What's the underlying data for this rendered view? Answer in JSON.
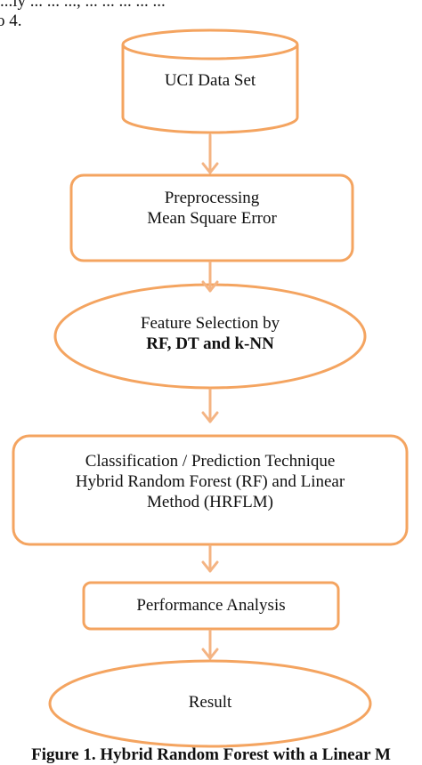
{
  "top_text": {
    "line1": "...ly ... ... ..., ... ... ... ... ...",
    "line2": "o 4."
  },
  "nodes": {
    "dataset": {
      "label": "UCI Data Set"
    },
    "preprocessing": {
      "line1": "Preprocessing",
      "line2": "Mean Square Error"
    },
    "feature_selection": {
      "line1": "Feature Selection by",
      "line2": "RF, DT and k-NN"
    },
    "classification": {
      "line1": "Classification / Prediction Technique",
      "line2": "Hybrid Random Forest (RF) and Linear",
      "line3": "Method (HRFLM)"
    },
    "performance": {
      "label": "Performance Analysis"
    },
    "result": {
      "label": "Result"
    }
  },
  "caption": "Figure 1. Hybrid Random Forest with a Linear M",
  "colors": {
    "stroke": "#F4A460",
    "arrow": "#F4B483",
    "text": "#111111"
  }
}
